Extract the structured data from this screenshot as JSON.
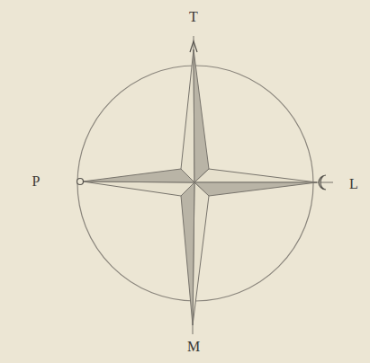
{
  "diagram": {
    "labels": [
      "T",
      "P",
      "L",
      "M"
    ]
  }
}
